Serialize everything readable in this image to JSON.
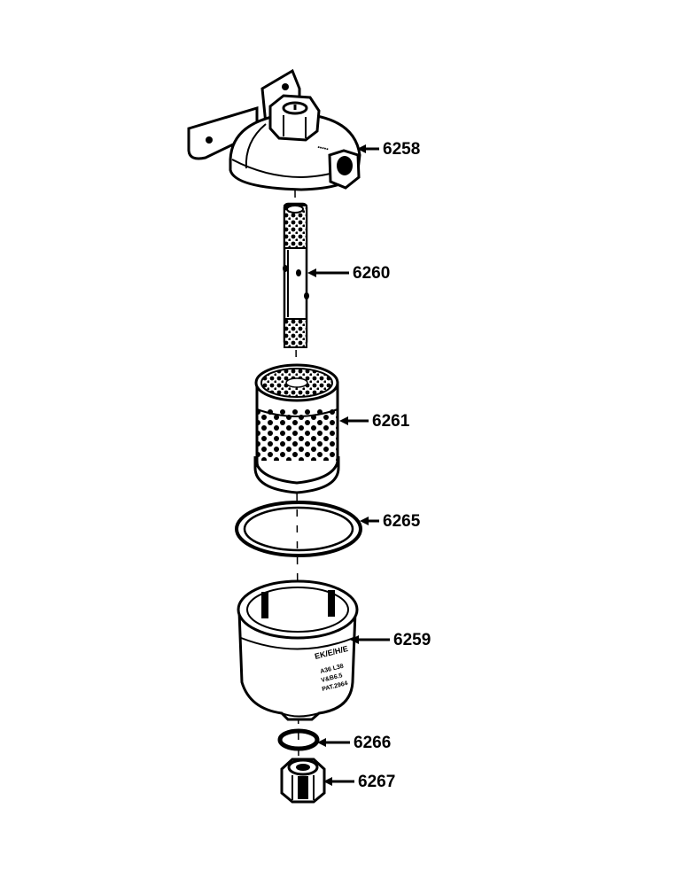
{
  "parts": [
    {
      "id": "head",
      "label": "6258"
    },
    {
      "id": "center-bolt",
      "label": "6260"
    },
    {
      "id": "filter-element",
      "label": "6261"
    },
    {
      "id": "gasket",
      "label": "6265"
    },
    {
      "id": "bowl",
      "label": "6259"
    },
    {
      "id": "washer",
      "label": "6266"
    },
    {
      "id": "nut",
      "label": "6267"
    }
  ]
}
